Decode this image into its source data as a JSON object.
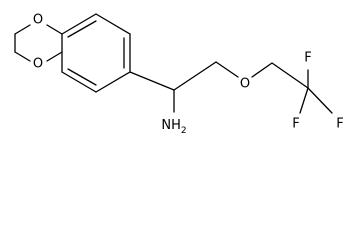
{
  "atoms": {
    "o_ring_top": "O",
    "o_ring_bottom": "O",
    "o_ether": "O",
    "n_amine": "NH2",
    "f_top": "F",
    "f_left": "F",
    "f_right": "F"
  }
}
